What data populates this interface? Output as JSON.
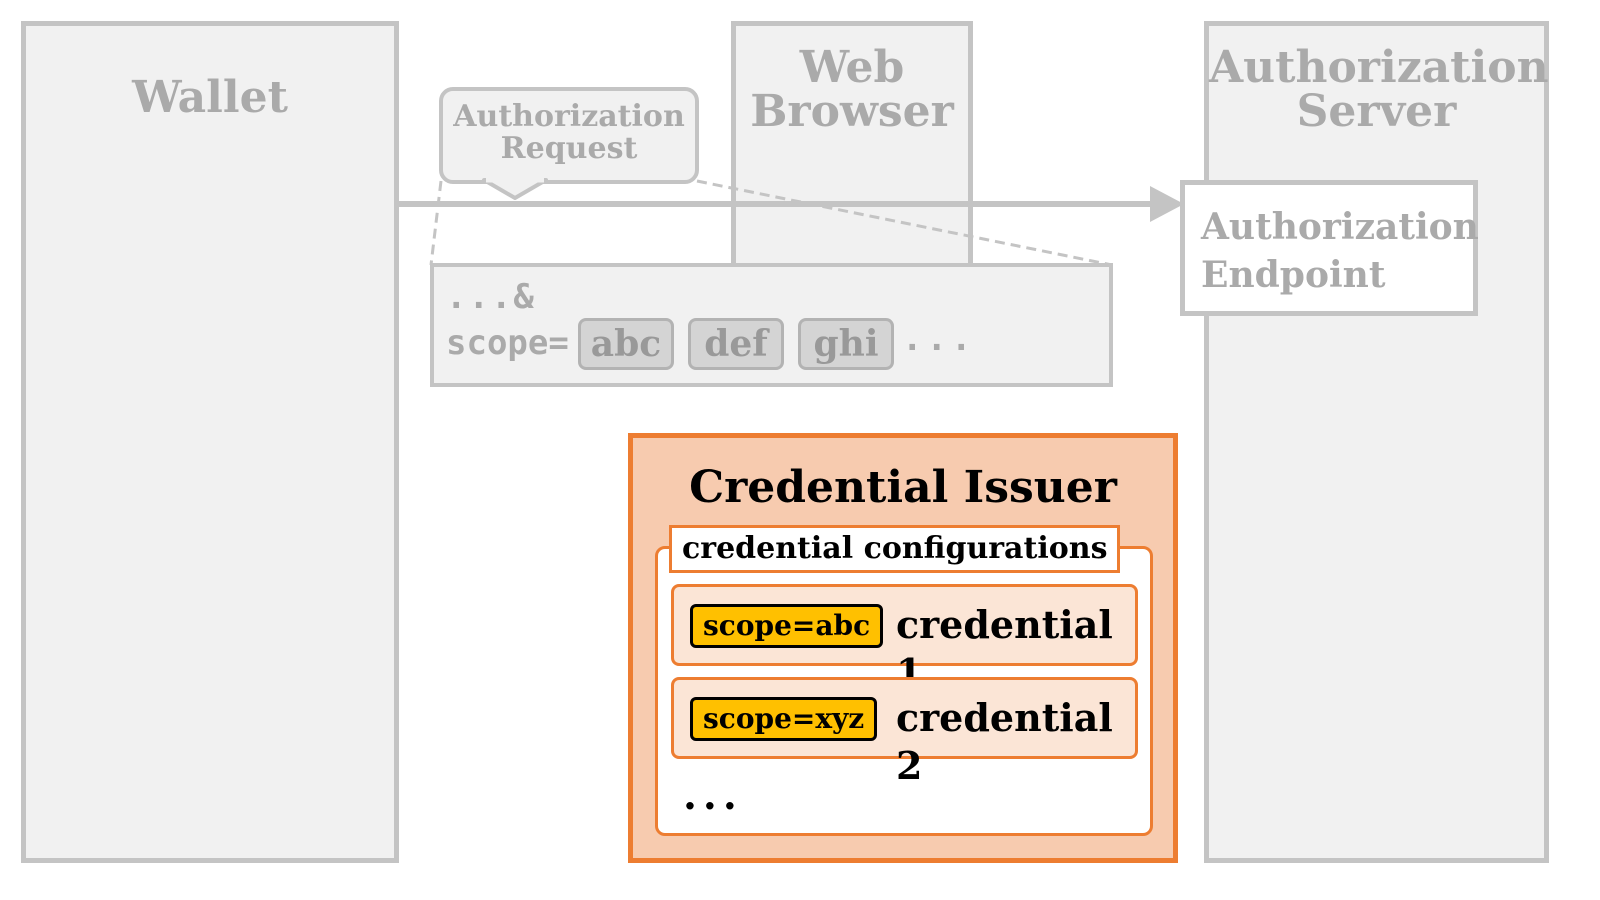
{
  "columns": {
    "wallet": "Wallet",
    "web_browser": [
      "Web",
      "Browser"
    ],
    "authorization_server": [
      "Authorization",
      "Server"
    ]
  },
  "callout": {
    "authorization_request": [
      "Authorization",
      "Request"
    ]
  },
  "endpoint": [
    "Authorization",
    "Endpoint"
  ],
  "request_url": {
    "prefix": "...&",
    "scope_param": "scope=",
    "scopes": [
      "abc",
      "def",
      "ghi"
    ],
    "trailing": "..."
  },
  "credential_issuer": {
    "title": "Credential Issuer",
    "configurations_label": "credential configurations",
    "credentials": [
      {
        "scope": "scope=abc",
        "name": "credential 1"
      },
      {
        "scope": "scope=xyz",
        "name": "credential 2"
      }
    ],
    "more": "..."
  },
  "colors": {
    "gray_fill": "#f1f1f1",
    "gray_border": "#c4c4c4",
    "gray_text": "#aaaaaa",
    "orange": "#ed7d31",
    "issuer_fill": "#f7cbaf",
    "row_fill": "#fbe5d6",
    "scope_tag": "#ffc000"
  }
}
